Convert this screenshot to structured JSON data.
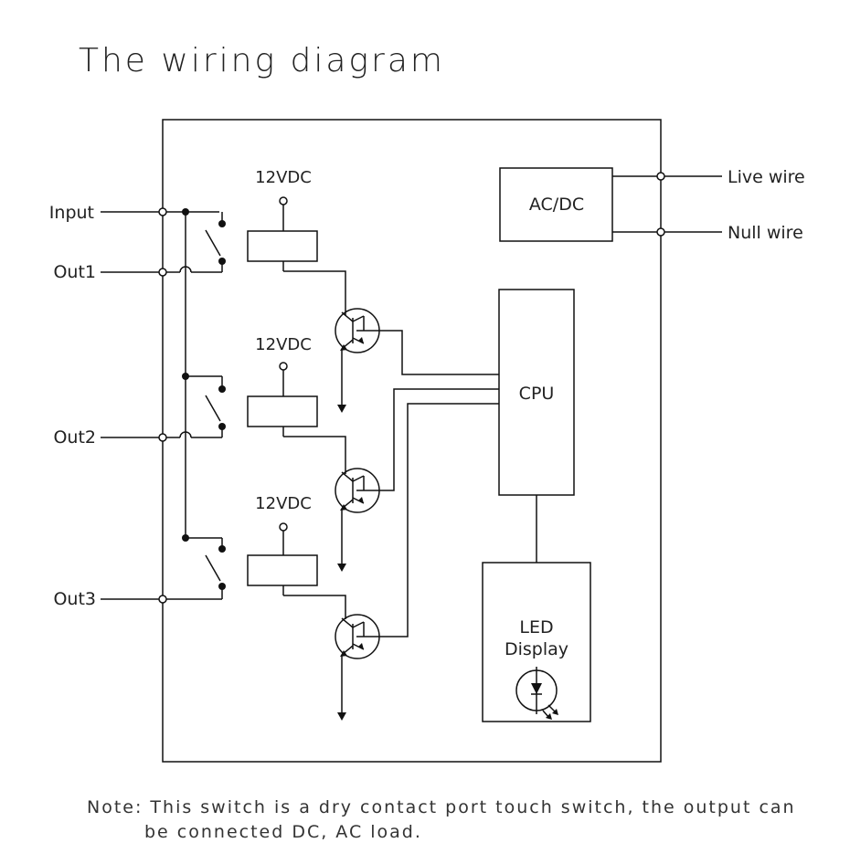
{
  "title": "The wiring diagram",
  "labels": {
    "input": "Input",
    "out1": "Out1",
    "out2": "Out2",
    "out3": "Out3",
    "live_wire": "Live wire",
    "null_wire": "Null wire",
    "acdc": "AC/DC",
    "cpu": "CPU",
    "led_line1": "LED",
    "led_line2": "Display",
    "vdc1": "12VDC",
    "vdc2": "12VDC",
    "vdc3": "12VDC"
  },
  "note": {
    "line1": "Note: This switch is a dry contact port touch switch, the output can",
    "line2": "be connected DC, AC load."
  }
}
